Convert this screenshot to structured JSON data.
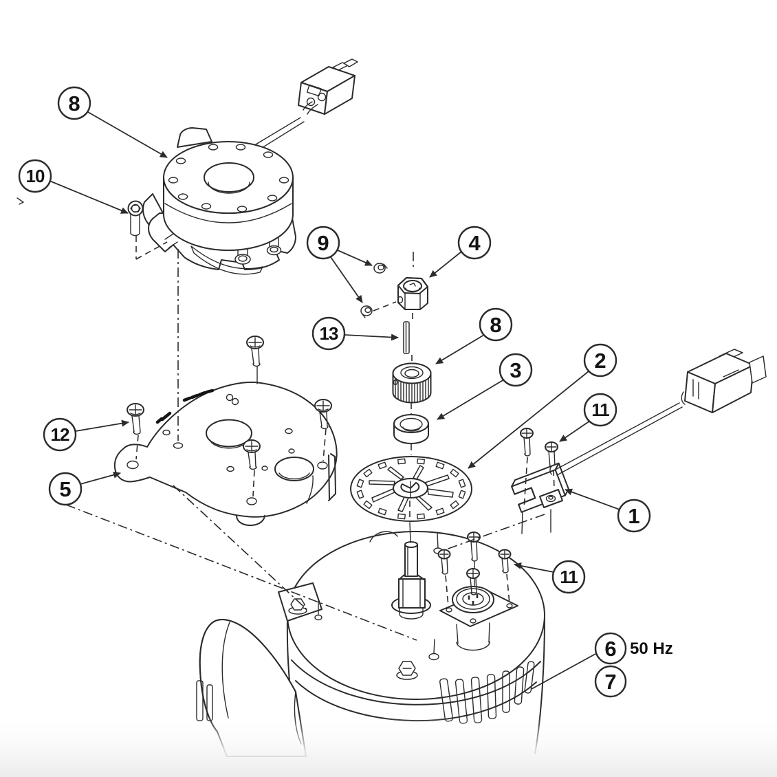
{
  "figure": {
    "kind": "exploded-parts-diagram",
    "subject": "electric motor with brake, coupling and adapter plate — exploded view",
    "background": "#ffffff",
    "line_color": "#2b2b2b"
  },
  "callouts": [
    {
      "id": "callout-8-brake-assembly",
      "label": "8"
    },
    {
      "id": "callout-10-socket-screw",
      "label": "10"
    },
    {
      "id": "callout-9-set-screws",
      "label": "9"
    },
    {
      "id": "callout-4-hex-collar",
      "label": "4"
    },
    {
      "id": "callout-13-key",
      "label": "13"
    },
    {
      "id": "callout-8-knurled-coupling",
      "label": "8"
    },
    {
      "id": "callout-3-spacer-ring",
      "label": "3"
    },
    {
      "id": "callout-2-fan-disc",
      "label": "2"
    },
    {
      "id": "callout-11-bracket-screws",
      "label": "11"
    },
    {
      "id": "callout-12-plate-screws",
      "label": "12"
    },
    {
      "id": "callout-5-adapter-plate",
      "label": "5"
    },
    {
      "id": "callout-1-sensor-bracket",
      "label": "1"
    },
    {
      "id": "callout-11-receptacle-screws",
      "label": "11"
    },
    {
      "id": "callout-6-motor-50hz",
      "label": "6"
    },
    {
      "id": "callout-7-motor",
      "label": "7"
    }
  ],
  "annotations": {
    "freq_label": "50 Hz"
  }
}
